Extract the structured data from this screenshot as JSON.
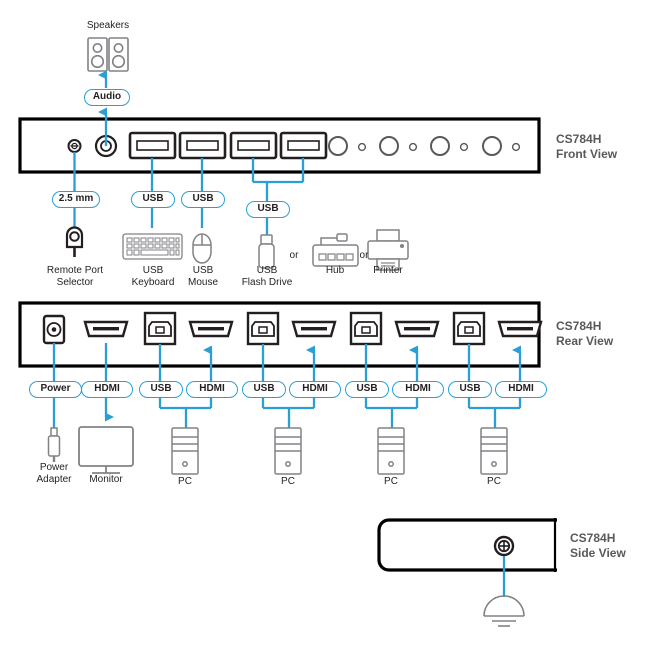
{
  "diagram": {
    "title": "CS784H Connection Diagram",
    "accent_color": "#2a9fd6",
    "outline_color": "#000000",
    "device_gray": "#808285",
    "view_label_color": "#58595b"
  },
  "views": [
    {
      "name": "front",
      "label": "CS784H\nFront View"
    },
    {
      "name": "rear",
      "label": "CS784H\nRear View"
    },
    {
      "name": "side",
      "label": "CS784H\nSide View"
    }
  ],
  "front": {
    "top_device": {
      "name": "speakers",
      "label": "Speakers"
    },
    "connector_pills": [
      {
        "name": "audio",
        "label": "Audio"
      },
      {
        "name": "2.5mm",
        "label": "2.5 mm"
      },
      {
        "name": "usb-kb",
        "label": "USB"
      },
      {
        "name": "usb-ms",
        "label": "USB"
      },
      {
        "name": "usb-periph",
        "label": "USB"
      }
    ],
    "peripherals": [
      {
        "name": "remote-port-selector",
        "label": "Remote Port\nSelector"
      },
      {
        "name": "usb-keyboard",
        "label": "USB\nKeyboard"
      },
      {
        "name": "usb-mouse",
        "label": "USB\nMouse"
      },
      {
        "name": "usb-flash-drive",
        "label": "USB\nFlash Drive"
      },
      {
        "name": "hub",
        "label": "Hub"
      },
      {
        "name": "printer",
        "label": "Printer"
      }
    ],
    "or_labels": [
      "or",
      "or"
    ]
  },
  "rear": {
    "connector_pills": [
      {
        "name": "power",
        "label": "Power"
      },
      {
        "name": "hdmi-console",
        "label": "HDMI"
      },
      {
        "name": "usb-port1",
        "label": "USB"
      },
      {
        "name": "hdmi-port1",
        "label": "HDMI"
      },
      {
        "name": "usb-port2",
        "label": "USB"
      },
      {
        "name": "hdmi-port2",
        "label": "HDMI"
      },
      {
        "name": "usb-port3",
        "label": "USB"
      },
      {
        "name": "hdmi-port3",
        "label": "HDMI"
      },
      {
        "name": "usb-port4",
        "label": "USB"
      },
      {
        "name": "hdmi-port4",
        "label": "HDMI"
      }
    ],
    "devices": [
      {
        "name": "power-adapter",
        "label": "Power\nAdapter"
      },
      {
        "name": "monitor",
        "label": "Monitor"
      },
      {
        "name": "pc-1",
        "label": "PC"
      },
      {
        "name": "pc-2",
        "label": "PC"
      },
      {
        "name": "pc-3",
        "label": "PC"
      },
      {
        "name": "pc-4",
        "label": "PC"
      }
    ]
  },
  "side": {
    "grounding": {
      "name": "grounding-terminal",
      "label": ""
    }
  }
}
